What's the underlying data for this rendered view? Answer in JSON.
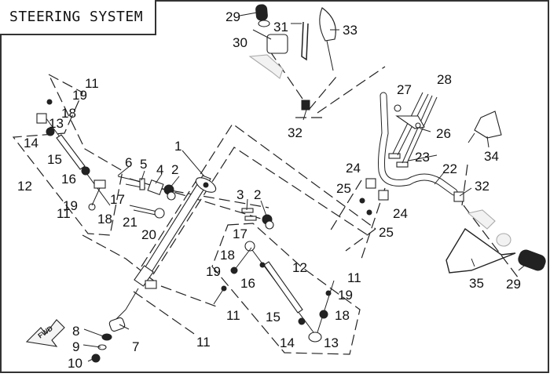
{
  "title": "STEERING SYSTEM",
  "fwd_label": "FWD",
  "callouts": [
    {
      "id": "c1",
      "label": "1",
      "part": "steering-shaft"
    },
    {
      "id": "c2a",
      "label": "2",
      "part": "shaft-clamp-upper"
    },
    {
      "id": "c2b",
      "label": "2",
      "part": "shaft-clamp-lower"
    },
    {
      "id": "c3",
      "label": "3",
      "part": "clamp-bolts"
    },
    {
      "id": "c4",
      "label": "4",
      "part": "bracket"
    },
    {
      "id": "c5",
      "label": "5",
      "part": "bolt"
    },
    {
      "id": "c6",
      "label": "6",
      "part": "bolts-long"
    },
    {
      "id": "c7",
      "label": "7",
      "part": "bushing"
    },
    {
      "id": "c8",
      "label": "8",
      "part": "washer"
    },
    {
      "id": "c9",
      "label": "9",
      "part": "cotter-pin"
    },
    {
      "id": "c10",
      "label": "10",
      "part": "nut"
    },
    {
      "id": "c11a",
      "label": "11",
      "part": "cotter-pin-left-upper"
    },
    {
      "id": "c11b",
      "label": "11",
      "part": "cotter-pin-left-lower"
    },
    {
      "id": "c11c",
      "label": "11",
      "part": "cotter-pin-center"
    },
    {
      "id": "c11d",
      "label": "11",
      "part": "cotter-pin-shaft"
    },
    {
      "id": "c11e",
      "label": "11",
      "part": "cotter-pin-right"
    },
    {
      "id": "c12a",
      "label": "12",
      "part": "tie-rod-assembly-left"
    },
    {
      "id": "c12b",
      "label": "12",
      "part": "tie-rod-assembly-right"
    },
    {
      "id": "c13a",
      "label": "13",
      "part": "tie-rod-end-left"
    },
    {
      "id": "c13b",
      "label": "13",
      "part": "tie-rod-end-right"
    },
    {
      "id": "c14a",
      "label": "14",
      "part": "nut-left"
    },
    {
      "id": "c14b",
      "label": "14",
      "part": "nut-right"
    },
    {
      "id": "c15a",
      "label": "15",
      "part": "tie-rod-left"
    },
    {
      "id": "c15b",
      "label": "15",
      "part": "tie-rod-right"
    },
    {
      "id": "c16a",
      "label": "16",
      "part": "nut-left-inner"
    },
    {
      "id": "c16b",
      "label": "16",
      "part": "nut-right-inner"
    },
    {
      "id": "c17a",
      "label": "17",
      "part": "ball-joint-left"
    },
    {
      "id": "c17b",
      "label": "17",
      "part": "ball-joint-right"
    },
    {
      "id": "c18a",
      "label": "18",
      "part": "nut-left-top"
    },
    {
      "id": "c18b",
      "label": "18",
      "part": "nut-left-bottom"
    },
    {
      "id": "c18c",
      "label": "18",
      "part": "nut-center"
    },
    {
      "id": "c18d",
      "label": "18",
      "part": "nut-right"
    },
    {
      "id": "c19a",
      "label": "19",
      "part": "washer-left-top"
    },
    {
      "id": "c19b",
      "label": "19",
      "part": "washer-left-bottom"
    },
    {
      "id": "c19c",
      "label": "19",
      "part": "washer-center"
    },
    {
      "id": "c19d",
      "label": "19",
      "part": "washer-right"
    },
    {
      "id": "c20",
      "label": "20",
      "part": "lower-bracket"
    },
    {
      "id": "c21",
      "label": "21",
      "part": "bolts"
    },
    {
      "id": "c22",
      "label": "22",
      "part": "handlebar"
    },
    {
      "id": "c23",
      "label": "23",
      "part": "handlebar-clamps"
    },
    {
      "id": "c24a",
      "label": "24",
      "part": "clamp-holder-upper"
    },
    {
      "id": "c24b",
      "label": "24",
      "part": "clamp-holder-lower"
    },
    {
      "id": "c25a",
      "label": "25",
      "part": "nut-upper"
    },
    {
      "id": "c25b",
      "label": "25",
      "part": "nut-lower"
    },
    {
      "id": "c26",
      "label": "26",
      "part": "bracket-top"
    },
    {
      "id": "c27",
      "label": "27",
      "part": "cap"
    },
    {
      "id": "c28",
      "label": "28",
      "part": "clamp-bolts"
    },
    {
      "id": "c29a",
      "label": "29",
      "part": "grip-left"
    },
    {
      "id": "c29b",
      "label": "29",
      "part": "grip-right"
    },
    {
      "id": "c30",
      "label": "30",
      "part": "brake-master-cylinder"
    },
    {
      "id": "c31",
      "label": "31",
      "part": "brake-hose"
    },
    {
      "id": "c32a",
      "label": "32",
      "part": "mirror-mount-left"
    },
    {
      "id": "c32b",
      "label": "32",
      "part": "mirror-mount-right"
    },
    {
      "id": "c33",
      "label": "33",
      "part": "mirror-left"
    },
    {
      "id": "c34",
      "label": "34",
      "part": "mirror-right"
    },
    {
      "id": "c35",
      "label": "35",
      "part": "throttle-cable"
    }
  ]
}
